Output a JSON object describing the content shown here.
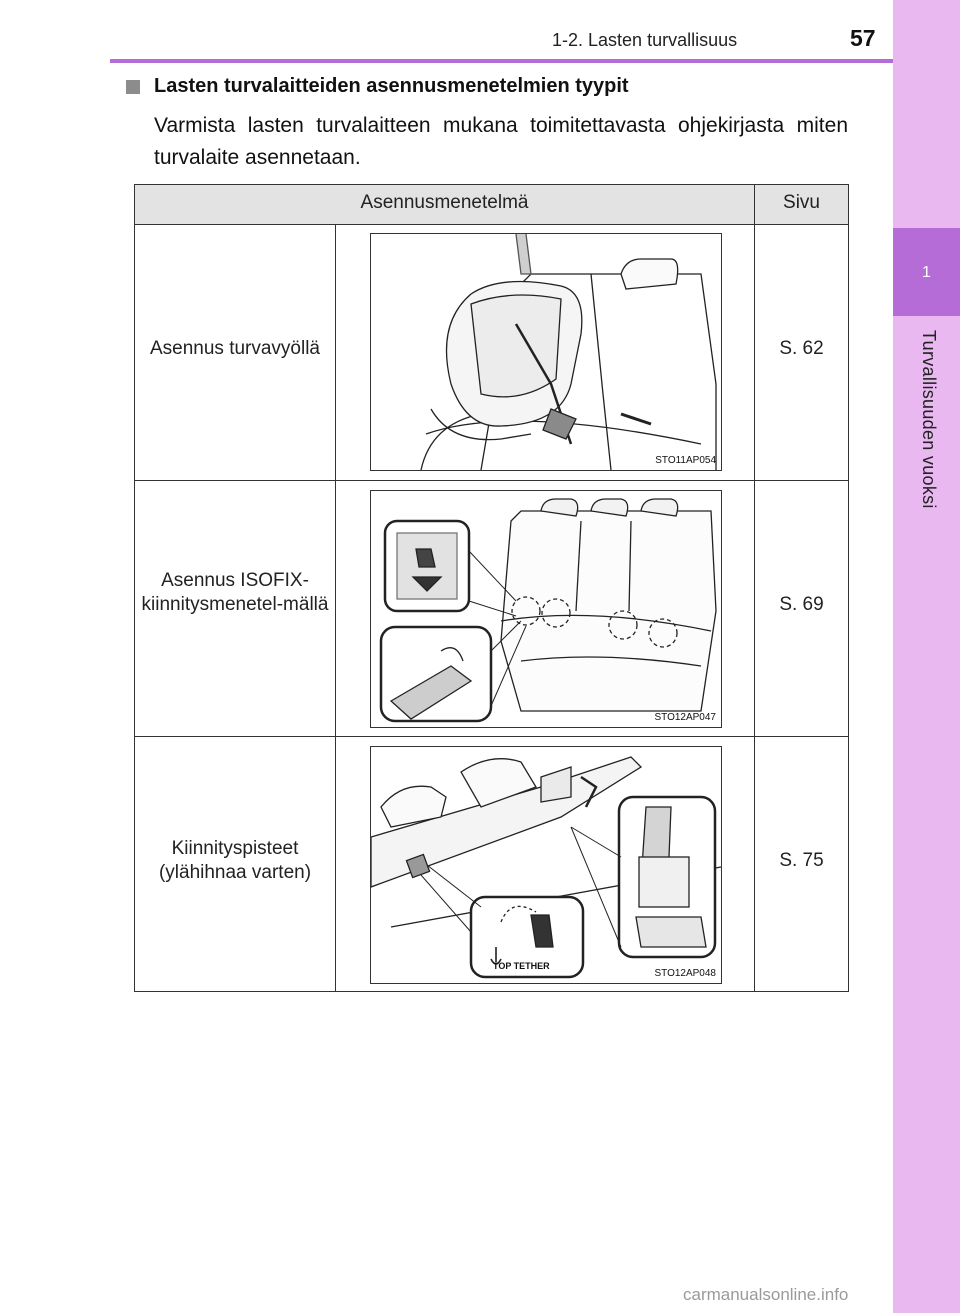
{
  "header": {
    "title": "1-2. Lasten turvallisuus",
    "page_number": "57"
  },
  "side_tab": {
    "chapter_number": "1",
    "chapter_label": "Turvallisuuden vuoksi"
  },
  "section": {
    "heading": "Lasten turvalaitteiden asennusmenetelmien tyypit",
    "intro": "Varmista lasten turvalaitteen mukana toimitettavasta ohjekirjasta miten turvalaite asennetaan."
  },
  "table": {
    "headers": [
      "Asennusmenetelmä",
      "Sivu"
    ],
    "rows": [
      {
        "method": "Asennus turvavyöllä",
        "image_code": "STO11AP054",
        "page": "S. 62"
      },
      {
        "method": "Asennus ISOFIX-kiinnitysmenetel-mällä",
        "image_code": "STO12AP047",
        "page": "S. 69"
      },
      {
        "method": "Kiinnityspisteet (ylähihnaa varten)",
        "image_code": "STO12AP048",
        "page": "S. 75"
      }
    ],
    "top_tether_label": "TOP TETHER"
  },
  "watermark": "carmanualsonline.info"
}
